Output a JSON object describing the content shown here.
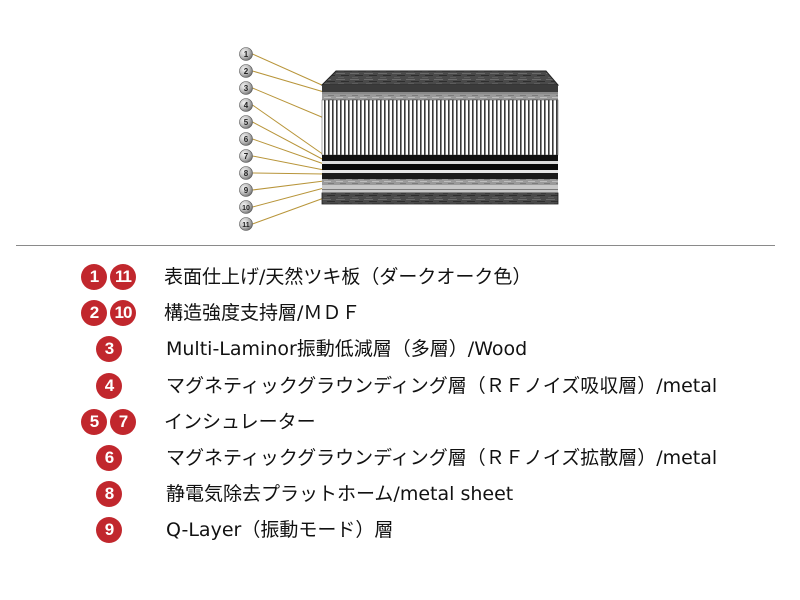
{
  "layer_numbers": [
    "1",
    "2",
    "3",
    "4",
    "5",
    "6",
    "7",
    "8",
    "9",
    "10",
    "11"
  ],
  "legend": [
    {
      "badges": [
        "1",
        "11"
      ],
      "label": "表面仕上げ/天然ツキ板（ダークオーク色）"
    },
    {
      "badges": [
        "2",
        "10"
      ],
      "label": "構造強度支持層/ＭＤＦ"
    },
    {
      "badges": [
        "3"
      ],
      "label": "Multi-Laminor振動低減層（多層）/Wood"
    },
    {
      "badges": [
        "4"
      ],
      "label": "マグネティックグラウンディング層（ＲＦノイズ吸収層）/metal"
    },
    {
      "badges": [
        "5",
        "7"
      ],
      "label": "インシュレーター"
    },
    {
      "badges": [
        "6"
      ],
      "label": "マグネティックグラウンディング層（ＲＦノイズ拡散層）/metal"
    },
    {
      "badges": [
        "8"
      ],
      "label": "静電気除去プラットホーム/metal sheet"
    },
    {
      "badges": [
        "9"
      ],
      "label": "Q-Layer（振動モード）層"
    }
  ],
  "colors": {
    "badge": "#c1272d",
    "leader_line": "#b8953a",
    "divider": "#8a8a8a"
  }
}
